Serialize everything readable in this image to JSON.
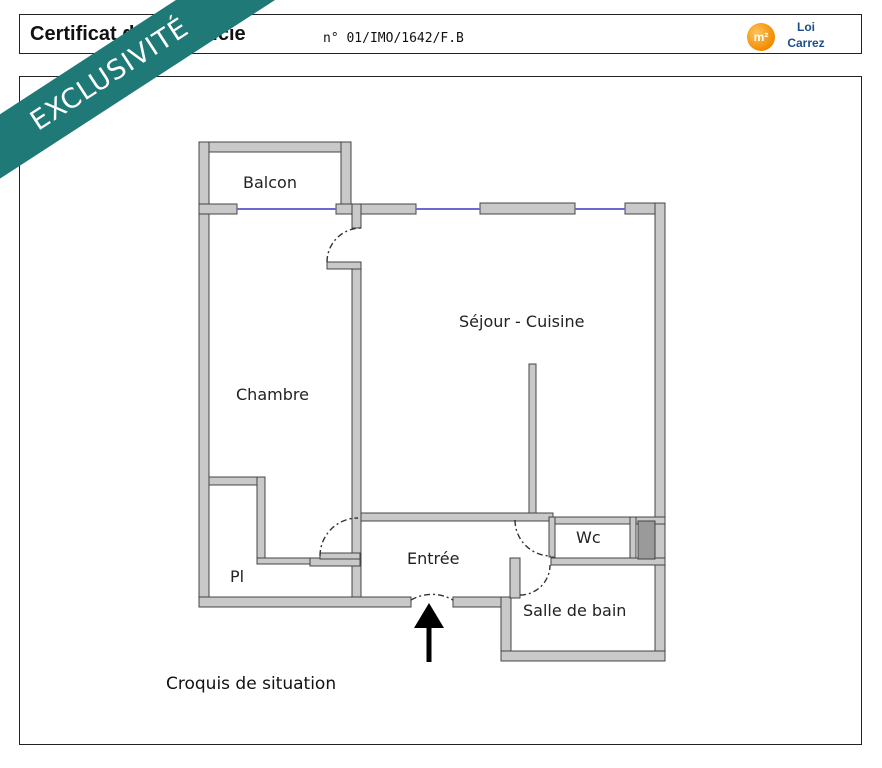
{
  "header": {
    "title": "Certificat de superficie",
    "reference": "n° 01/IMO/1642/F.B",
    "logo": {
      "badge": "m²",
      "line1": "Loi",
      "line2": "Carrez"
    }
  },
  "ribbon": {
    "text": "EXCLUSIVITÉ",
    "color": "#1f7a77"
  },
  "plan": {
    "rooms": {
      "balcon": "Balcon",
      "sejour": "Séjour - Cuisine",
      "chambre": "Chambre",
      "wc": "Wc",
      "entree": "Entrée",
      "pl": "Pl",
      "salle_de_bain": "Salle de bain"
    },
    "caption": "Croquis de situation",
    "colors": {
      "wall": "#c9c9c9",
      "wall_edge": "#444444",
      "window": "#6a6ad0"
    }
  }
}
